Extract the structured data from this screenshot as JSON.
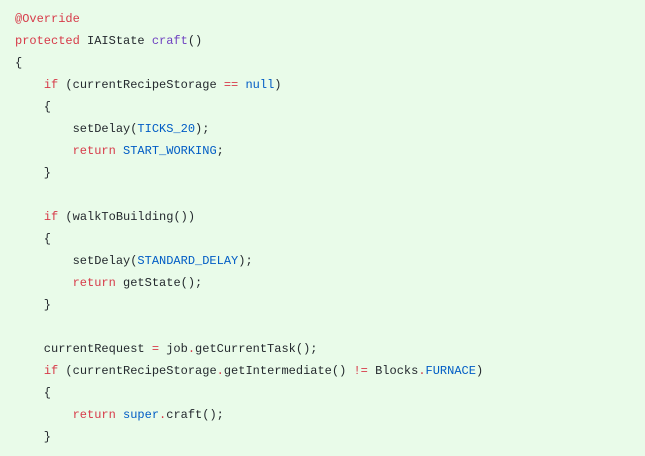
{
  "colors": {
    "background": "#e9fbe9",
    "plain": "#24292e",
    "keyword": "#d73a49",
    "function": "#6f42c1",
    "constant": "#005cc5"
  },
  "code": {
    "language": "java",
    "lines": [
      [
        {
          "t": "@Override",
          "c": "ann"
        }
      ],
      [
        {
          "t": "protected",
          "c": "kw"
        },
        {
          "t": " IAIState ",
          "c": "pl"
        },
        {
          "t": "craft",
          "c": "fn"
        },
        {
          "t": "()",
          "c": "pl"
        }
      ],
      [
        {
          "t": "{",
          "c": "pl"
        }
      ],
      [
        {
          "t": "    ",
          "c": "pl"
        },
        {
          "t": "if",
          "c": "kw"
        },
        {
          "t": " (currentRecipeStorage ",
          "c": "pl"
        },
        {
          "t": "==",
          "c": "op"
        },
        {
          "t": " ",
          "c": "pl"
        },
        {
          "t": "null",
          "c": "lit"
        },
        {
          "t": ")",
          "c": "pl"
        }
      ],
      [
        {
          "t": "    {",
          "c": "pl"
        }
      ],
      [
        {
          "t": "        setDelay(",
          "c": "pl"
        },
        {
          "t": "TICKS_20",
          "c": "lit"
        },
        {
          "t": ");",
          "c": "pl"
        }
      ],
      [
        {
          "t": "        ",
          "c": "pl"
        },
        {
          "t": "return",
          "c": "kw"
        },
        {
          "t": " ",
          "c": "pl"
        },
        {
          "t": "START_WORKING",
          "c": "lit"
        },
        {
          "t": ";",
          "c": "pl"
        }
      ],
      [
        {
          "t": "    }",
          "c": "pl"
        }
      ],
      [
        {
          "t": "",
          "c": "pl"
        }
      ],
      [
        {
          "t": "    ",
          "c": "pl"
        },
        {
          "t": "if",
          "c": "kw"
        },
        {
          "t": " (walkToBuilding())",
          "c": "pl"
        }
      ],
      [
        {
          "t": "    {",
          "c": "pl"
        }
      ],
      [
        {
          "t": "        setDelay(",
          "c": "pl"
        },
        {
          "t": "STANDARD_DELAY",
          "c": "lit"
        },
        {
          "t": ");",
          "c": "pl"
        }
      ],
      [
        {
          "t": "        ",
          "c": "pl"
        },
        {
          "t": "return",
          "c": "kw"
        },
        {
          "t": " getState();",
          "c": "pl"
        }
      ],
      [
        {
          "t": "    }",
          "c": "pl"
        }
      ],
      [
        {
          "t": "",
          "c": "pl"
        }
      ],
      [
        {
          "t": "    currentRequest ",
          "c": "pl"
        },
        {
          "t": "=",
          "c": "op"
        },
        {
          "t": " job",
          "c": "pl"
        },
        {
          "t": ".",
          "c": "op"
        },
        {
          "t": "getCurrentTask();",
          "c": "pl"
        }
      ],
      [
        {
          "t": "    ",
          "c": "pl"
        },
        {
          "t": "if",
          "c": "kw"
        },
        {
          "t": " (currentRecipeStorage",
          "c": "pl"
        },
        {
          "t": ".",
          "c": "op"
        },
        {
          "t": "getIntermediate() ",
          "c": "pl"
        },
        {
          "t": "!=",
          "c": "op"
        },
        {
          "t": " Blocks",
          "c": "pl"
        },
        {
          "t": ".",
          "c": "op"
        },
        {
          "t": "FURNACE",
          "c": "lit"
        },
        {
          "t": ")",
          "c": "pl"
        }
      ],
      [
        {
          "t": "    {",
          "c": "pl"
        }
      ],
      [
        {
          "t": "        ",
          "c": "pl"
        },
        {
          "t": "return",
          "c": "kw"
        },
        {
          "t": " ",
          "c": "pl"
        },
        {
          "t": "super",
          "c": "lit"
        },
        {
          "t": ".",
          "c": "op"
        },
        {
          "t": "craft();",
          "c": "pl"
        }
      ],
      [
        {
          "t": "    }",
          "c": "pl"
        }
      ]
    ]
  }
}
